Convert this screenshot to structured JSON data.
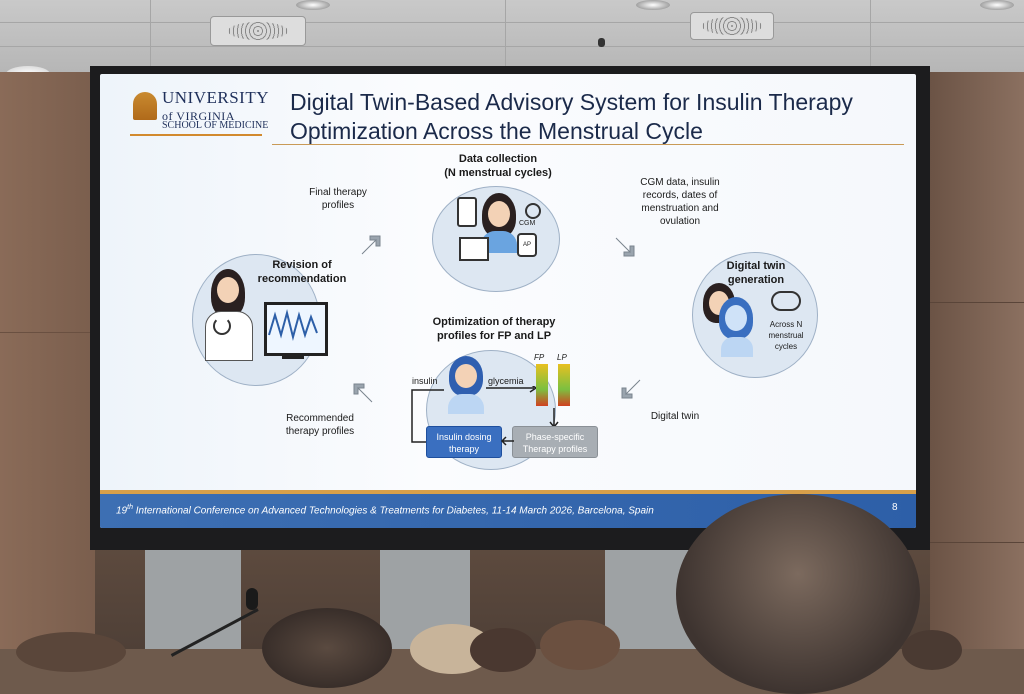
{
  "slide": {
    "logo": {
      "name_line1": "UNIVERSITY",
      "name_line2": "of VIRGINIA",
      "subtitle": "SCHOOL OF MEDICINE"
    },
    "title": "Digital Twin-Based Advisory System for Insulin Therapy Optimization Across the Menstrual Cycle",
    "data_collection": {
      "title": "Data collection",
      "subtitle": "(N menstrual cycles)",
      "cgm_label": "CGM",
      "ap_label": "AP"
    },
    "digital_twin_generation": {
      "title": "Digital twin generation",
      "caption": "Across N menstrual cycles"
    },
    "optimization": {
      "title": "Optimization of therapy profiles for FP and LP",
      "insulin_label": "insulin",
      "glycemia_label": "glycemia",
      "fp_label": "FP",
      "lp_label": "LP",
      "box_left": "Insulin dosing therapy",
      "box_right": "Phase-specific Therapy profiles"
    },
    "revision": {
      "title": "Revision of recommendation"
    },
    "arrow_labels": {
      "top_left": "Final therapy profiles",
      "top_right": "CGM data, insulin records, dates of menstruation and ovulation",
      "bottom_right": "Digital twin",
      "bottom_left": "Recommended therapy profiles"
    },
    "footer": {
      "ordinal_num": "19",
      "ordinal_sup": "th",
      "text": " International Conference on Advanced Technologies & Treatments for Diabetes, 11-14 March 2026, Barcelona, Spain",
      "page_number": "8"
    },
    "colors": {
      "accent_blue": "#3a6fc0",
      "gold": "#d28a2e",
      "navy": "#1e2f5a"
    }
  }
}
